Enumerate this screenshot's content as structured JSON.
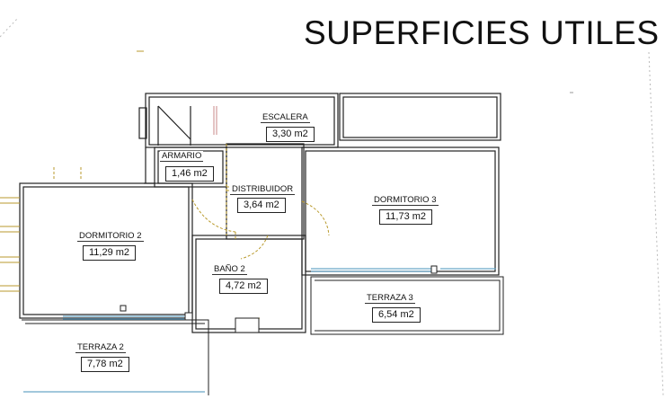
{
  "title": "SUPERFICIES UTILES",
  "rooms": {
    "escalera": {
      "name": "ESCALERA",
      "area": "3,30 m2"
    },
    "armario": {
      "name": "ARMARIO",
      "area": "1,46 m2"
    },
    "distribuidor": {
      "name": "DISTRIBUIDOR",
      "area": "3,64 m2"
    },
    "dormitorio3": {
      "name": "DORMITORIO 3",
      "area": "11,73 m2"
    },
    "dormitorio2": {
      "name": "DORMITORIO 2",
      "area": "11,29 m2"
    },
    "bano2": {
      "name": "BAÑO 2",
      "area": "4,72 m2"
    },
    "terraza3": {
      "name": "TERRAZA 3",
      "area": "6,54 m2"
    },
    "terraza2": {
      "name": "TERRAZA 2",
      "area": "7,78 m2"
    }
  },
  "colors": {
    "wall": "#222222",
    "dashed": "#b99a2c",
    "window": "#6aa6c8",
    "pipe": "#c88a8a"
  }
}
